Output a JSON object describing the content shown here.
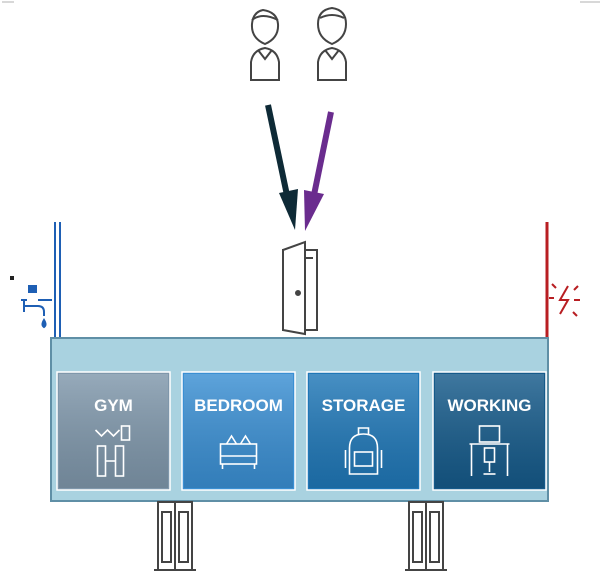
{
  "rooms": [
    {
      "label": "GYM",
      "icon": "dumbbell-icon",
      "color": "#7f97ab"
    },
    {
      "label": "BEDROOM",
      "icon": "bed-icon",
      "color": "#3a8fd3"
    },
    {
      "label": "STORAGE",
      "icon": "backpack-icon",
      "color": "#1f77b7"
    },
    {
      "label": "WORKING",
      "icon": "desk-chair-icon",
      "color": "#155a8a"
    }
  ],
  "colors": {
    "platform": "#a9d2e0",
    "water_line": "#1e5fb4",
    "power_line": "#b81e22",
    "arrow_person_1": "#0e2a36",
    "arrow_person_2": "#6a2c8e"
  },
  "icons": [
    "user-icon",
    "user-icon",
    "door-icon",
    "water-tap-icon",
    "electricity-icon",
    "window-icon",
    "window-icon"
  ]
}
